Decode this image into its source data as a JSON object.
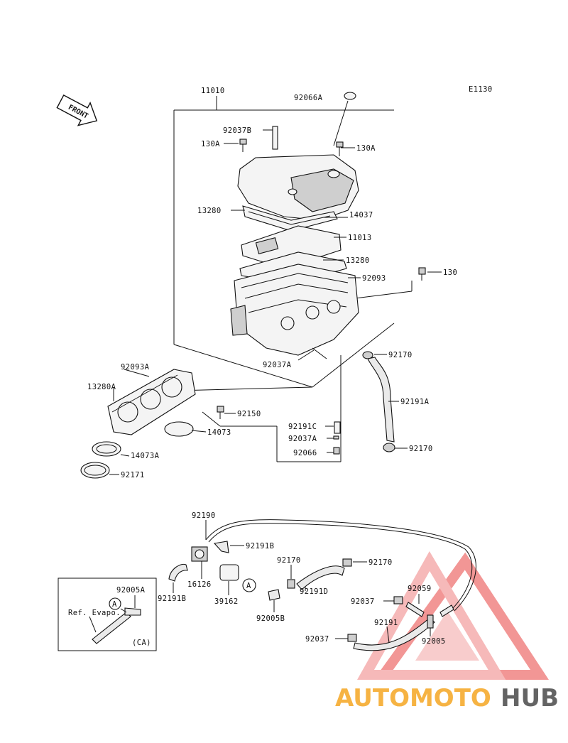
{
  "diagram": {
    "code": "E1130",
    "front_label": "FRONT",
    "labels": {
      "p11010": "11010",
      "p92066A": "92066A",
      "p92037B": "92037B",
      "p130A_left": "130A",
      "p130A_right": "130A",
      "p13280_top": "13280",
      "p14037": "14037",
      "p11013": "11013",
      "p13280_mid": "13280",
      "p92093": "92093",
      "p130": "130",
      "p92170_a": "92170",
      "p92037A_a": "92037A",
      "p92093A": "92093A",
      "p13280A": "13280A",
      "p92150": "92150",
      "p14073": "14073",
      "p14073A": "14073A",
      "p92171": "92171",
      "p92191C": "92191C",
      "p92037A_b": "92037A",
      "p92066": "92066",
      "p92191A": "92191A",
      "p92170_b": "92170",
      "p92190": "92190",
      "p92191B_top": "92191B",
      "p92170_c": "92170",
      "p92170_d": "92170",
      "p16126": "16126",
      "p92191B_low": "92191B",
      "p39162": "39162",
      "p92005B": "92005B",
      "p92191D": "92191D",
      "p92037_a": "92037",
      "p92059": "92059",
      "p92191": "92191",
      "p92037_b": "92037",
      "p92005": "92005",
      "p92005A": "92005A",
      "ref_evapo": "Ref. Evapo.",
      "ca": "(CA)",
      "circle_a_1": "A",
      "circle_a_2": "A"
    }
  },
  "watermark": {
    "part1": "AUTOMOTO",
    "part2": "HUB",
    "color_orange": "#f5a623",
    "color_red": "#e8423f",
    "color_gray": "#4a4a4a"
  }
}
